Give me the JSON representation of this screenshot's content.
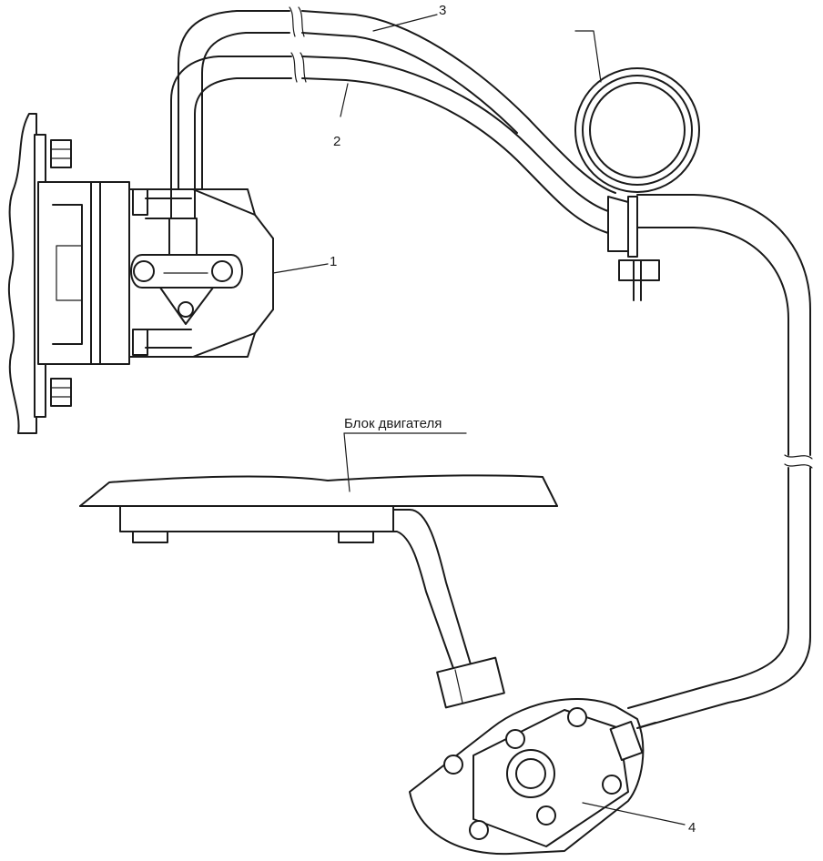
{
  "labels": {
    "one": "1",
    "two": "2",
    "three": "3",
    "four": "4",
    "engine_block": "Блок двигателя"
  },
  "colors": {
    "ink": "#1a1a1a",
    "paper": "#ffffff"
  }
}
